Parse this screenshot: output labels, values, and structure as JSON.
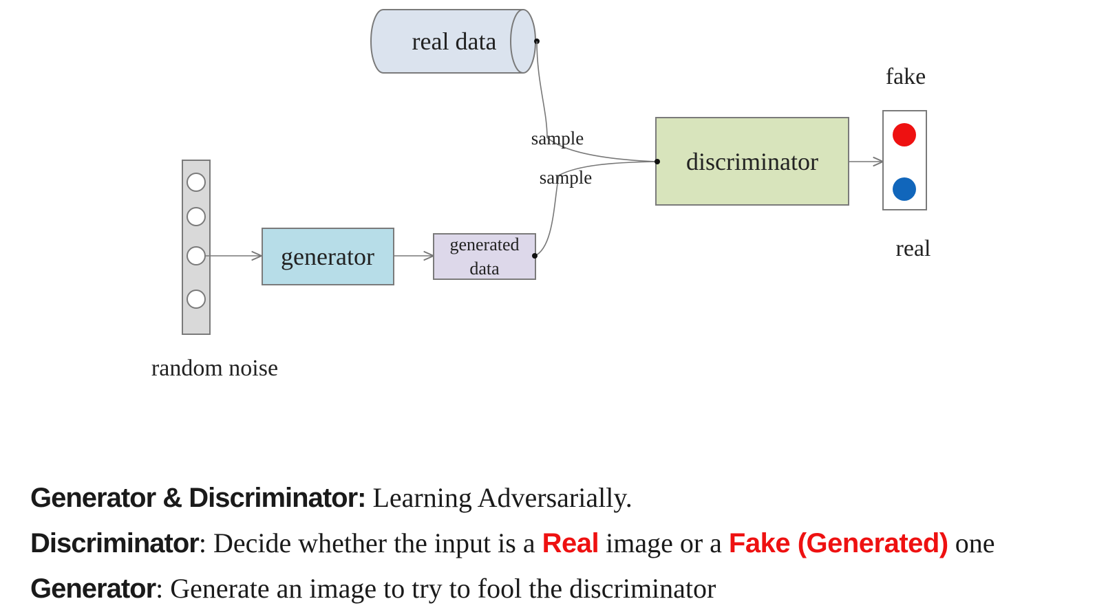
{
  "diagram": {
    "real_data_label": "real data",
    "sample_label_top": "sample",
    "sample_label_bottom": "sample",
    "discriminator_label": "discriminator",
    "generator_label": "generator",
    "generated_data_line1": "generated",
    "generated_data_line2": "data",
    "random_noise_label": "random noise",
    "fake_label": "fake",
    "real_label": "real",
    "colors": {
      "real_data_fill": "#dbe3ee",
      "generator_fill": "#b7dde8",
      "generated_data_fill": "#ddd8ea",
      "discriminator_fill": "#d8e4bc",
      "noise_fill": "#d9d9d9",
      "fake_dot": "#ee1111",
      "real_dot": "#1166bb"
    }
  },
  "captions": {
    "line1": {
      "term": "Generator & Discriminator:",
      "text": " Learning Adversarially."
    },
    "line2": {
      "term": "Discriminator",
      "text_a": ": Decide whether the input is a ",
      "real": "Real",
      "text_b": " image or a ",
      "fake": "Fake (Generated)",
      "text_c": " one",
      "highlight_color": "#ee1111"
    },
    "line3": {
      "term": "Generator",
      "text": ": Generate an image to try to fool the discriminator"
    }
  }
}
